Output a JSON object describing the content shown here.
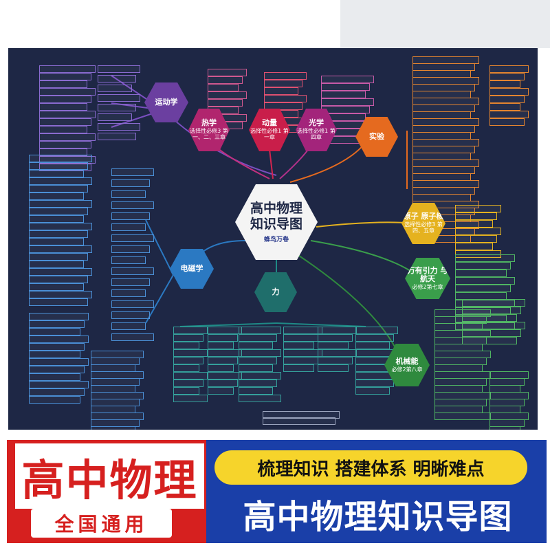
{
  "center": {
    "title_line1": "高中物理",
    "title_line2": "知识导图",
    "brand": "蜂鸟万卷"
  },
  "topics": [
    {
      "label": "运动学",
      "sub": "",
      "color": "#6b3fa0"
    },
    {
      "label": "热学",
      "sub": "选择性必修3 第一、二、三章",
      "color": "#b1256e"
    },
    {
      "label": "动量",
      "sub": "选择性必修1 第一章",
      "color": "#c91e4a"
    },
    {
      "label": "光学",
      "sub": "选择性必修1 第四章",
      "color": "#a3247b"
    },
    {
      "label": "实验",
      "sub": "",
      "color": "#e56a1f"
    },
    {
      "label": "原子 原子核",
      "sub": "选择性必修3 第四、五章",
      "color": "#e5b21f"
    },
    {
      "label": "万有引力 与航天",
      "sub": "必修2第七章",
      "color": "#3a9e4b"
    },
    {
      "label": "机械能",
      "sub": "必修2第八章",
      "color": "#2f8a3e"
    },
    {
      "label": "电磁学",
      "sub": "",
      "color": "#2b79c2"
    },
    {
      "label": "力",
      "sub": "",
      "color": "#1f6e6b"
    }
  ],
  "footer": {
    "left_title": "高中物理",
    "left_sub": "全国通用",
    "slogan": "梳理知识 搭建体系 明晰难点",
    "right_title": "高中物理知识导图"
  }
}
